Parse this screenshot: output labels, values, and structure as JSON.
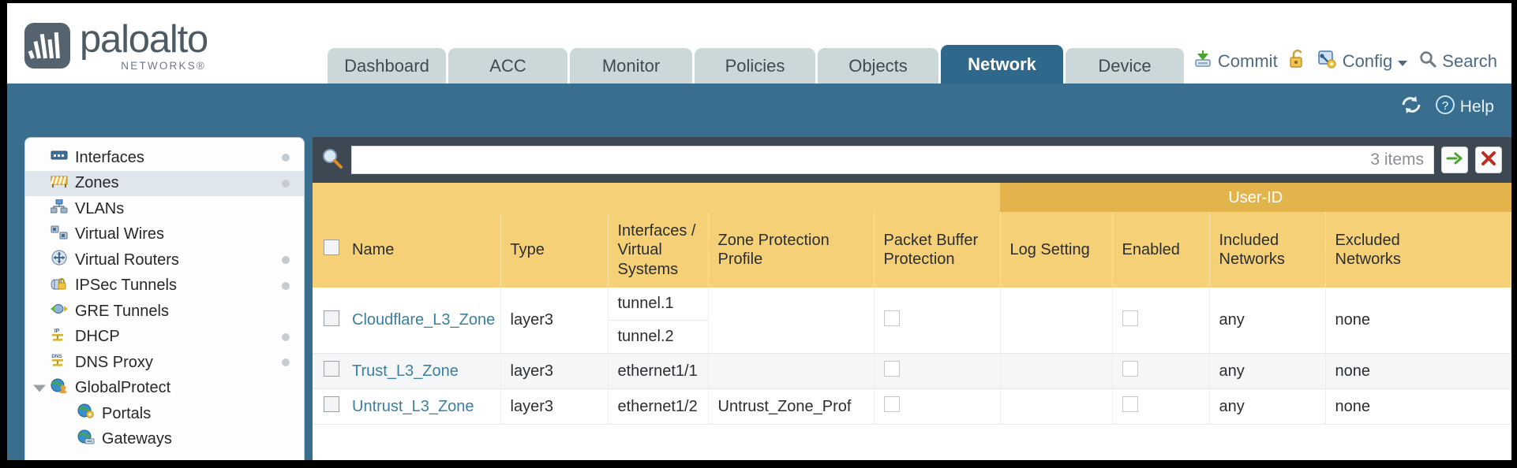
{
  "brand": {
    "name": "paloalto",
    "tagline": "NETWORKS®",
    "logo_icon": "paloalto-logo-icon"
  },
  "tabs": [
    {
      "label": "Dashboard",
      "key": "dashboard",
      "active": false
    },
    {
      "label": "ACC",
      "key": "acc",
      "active": false
    },
    {
      "label": "Monitor",
      "key": "monitor",
      "active": false
    },
    {
      "label": "Policies",
      "key": "policies",
      "active": false
    },
    {
      "label": "Objects",
      "key": "objects",
      "active": false
    },
    {
      "label": "Network",
      "key": "network",
      "active": true
    },
    {
      "label": "Device",
      "key": "device",
      "active": false
    }
  ],
  "header_actions": {
    "commit": "Commit",
    "commit_icon": "commit-download-icon",
    "lock_icon": "unlock-padlock-icon",
    "config": "Config",
    "config_icon": "config-key-icon",
    "config_caret_icon": "chevron-down-icon",
    "search": "Search",
    "search_icon": "search-magnifier-icon"
  },
  "toolbar": {
    "refresh_icon": "refresh-icon",
    "help": "Help",
    "help_icon": "help-question-icon"
  },
  "sidebar": {
    "items": [
      {
        "label": "Interfaces",
        "icon": "interfaces-icon",
        "selected": false,
        "dot": true,
        "child": false,
        "caret": false
      },
      {
        "label": "Zones",
        "icon": "zones-icon",
        "selected": true,
        "dot": true,
        "child": false,
        "caret": false
      },
      {
        "label": "VLANs",
        "icon": "vlans-icon",
        "selected": false,
        "dot": false,
        "child": false,
        "caret": false
      },
      {
        "label": "Virtual Wires",
        "icon": "virtual-wires-icon",
        "selected": false,
        "dot": false,
        "child": false,
        "caret": false
      },
      {
        "label": "Virtual Routers",
        "icon": "virtual-routers-icon",
        "selected": false,
        "dot": true,
        "child": false,
        "caret": false
      },
      {
        "label": "IPSec Tunnels",
        "icon": "ipsec-tunnels-icon",
        "selected": false,
        "dot": true,
        "child": false,
        "caret": false
      },
      {
        "label": "GRE Tunnels",
        "icon": "gre-tunnels-icon",
        "selected": false,
        "dot": false,
        "child": false,
        "caret": false
      },
      {
        "label": "DHCP",
        "icon": "dhcp-icon",
        "selected": false,
        "dot": true,
        "child": false,
        "caret": false
      },
      {
        "label": "DNS Proxy",
        "icon": "dns-proxy-icon",
        "selected": false,
        "dot": true,
        "child": false,
        "caret": false
      },
      {
        "label": "GlobalProtect",
        "icon": "globalprotect-icon",
        "selected": false,
        "dot": false,
        "child": false,
        "caret": true
      },
      {
        "label": "Portals",
        "icon": "portals-icon",
        "selected": false,
        "dot": false,
        "child": true,
        "caret": false
      },
      {
        "label": "Gateways",
        "icon": "gateways-icon",
        "selected": false,
        "dot": false,
        "child": true,
        "caret": false
      }
    ]
  },
  "search": {
    "value": "",
    "placeholder": "",
    "icon": "search-magnifier-icon",
    "items_count": "3 items",
    "apply_icon": "green-arrow-icon",
    "clear_icon": "red-x-icon"
  },
  "table": {
    "group_header": "User-ID",
    "columns": [
      "Name",
      "Type",
      "Interfaces / Virtual Systems",
      "Zone Protection Profile",
      "Packet Buffer Protection",
      "Log Setting",
      "Enabled",
      "Included Networks",
      "Excluded Networks"
    ],
    "columns_split": {
      "interfaces": [
        "Interfaces /",
        "Virtual",
        "Systems"
      ],
      "zone_protection": [
        "Zone Protection",
        "Profile"
      ],
      "packet_buffer": [
        "Packet Buffer",
        "Protection"
      ],
      "included": [
        "Included",
        "Networks"
      ],
      "excluded": [
        "Excluded",
        "Networks"
      ]
    },
    "rows": [
      {
        "selected": false,
        "name": "Cloudflare_L3_Zone",
        "type": "layer3",
        "interfaces": [
          "tunnel.1",
          "tunnel.2"
        ],
        "zone_protection_profile": "",
        "packet_buffer_protection": false,
        "log_setting": "",
        "userid_enabled": false,
        "included_networks": "any",
        "excluded_networks": "none"
      },
      {
        "selected": false,
        "name": "Trust_L3_Zone",
        "type": "layer3",
        "interfaces": [
          "ethernet1/1"
        ],
        "zone_protection_profile": "",
        "packet_buffer_protection": false,
        "log_setting": "",
        "userid_enabled": false,
        "included_networks": "any",
        "excluded_networks": "none"
      },
      {
        "selected": false,
        "name": "Untrust_L3_Zone",
        "type": "layer3",
        "interfaces": [
          "ethernet1/2"
        ],
        "zone_protection_profile": "Untrust_Zone_Prof",
        "packet_buffer_protection": false,
        "log_setting": "",
        "userid_enabled": false,
        "included_networks": "any",
        "excluded_networks": "none"
      }
    ]
  },
  "colors": {
    "brand_blue": "#3a6e8f",
    "tab_active": "#30688c",
    "tab_inactive": "#ccd7d9",
    "header_gold": "#f6d077",
    "group_gold": "#e3b44b",
    "link_teal": "#3c7f9e",
    "searchbar_slate": "#3e4852"
  }
}
